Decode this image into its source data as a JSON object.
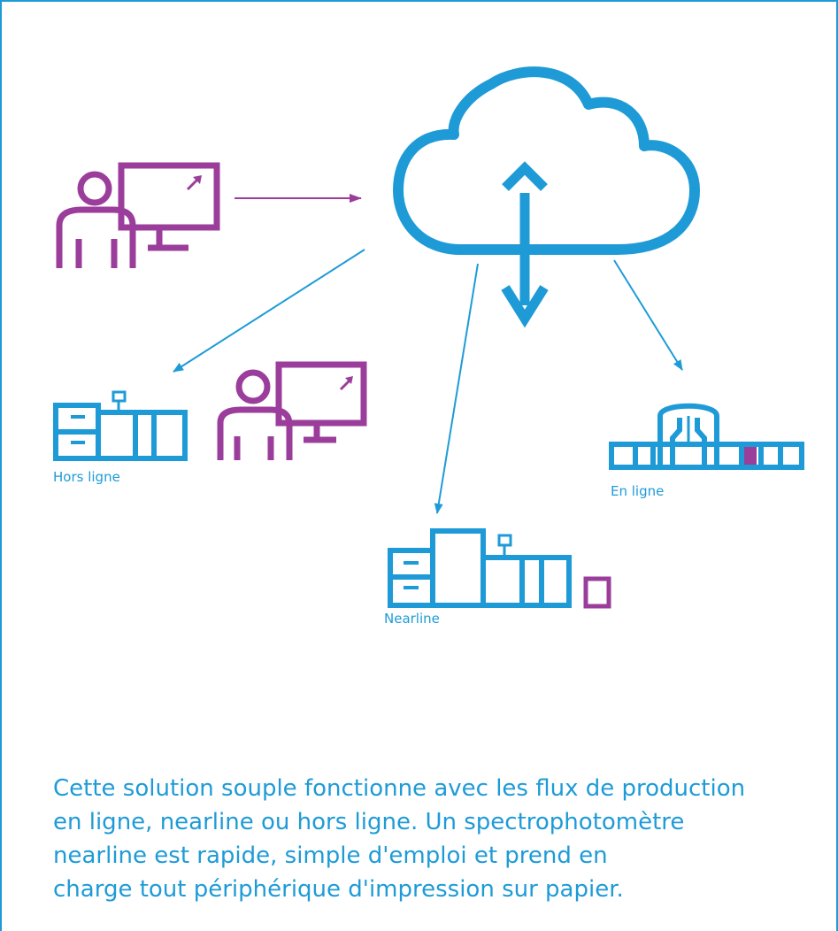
{
  "colors": {
    "primary": "#1e9bd7",
    "accent": "#9b3d9b"
  },
  "nodes": {
    "cloud": {
      "icon": "cloud-icon"
    },
    "user_top": {
      "icon": "user-workstation-icon"
    },
    "offline": {
      "label": "Hors ligne",
      "icons": [
        "printer-icon",
        "user-workstation-icon"
      ]
    },
    "nearline": {
      "label": "Nearline",
      "icons": [
        "printer-icon",
        "spectrophotometer-icon"
      ]
    },
    "inline": {
      "label": "En ligne",
      "icons": [
        "inline-press-icon"
      ]
    }
  },
  "description": {
    "lines": [
      "Cette solution souple fonctionne avec les flux de production",
      "en ligne, nearline ou hors ligne. Un spectrophotomètre",
      "nearline est rapide, simple d'emploi et prend en",
      "charge tout périphérique d'impression sur papier."
    ]
  }
}
